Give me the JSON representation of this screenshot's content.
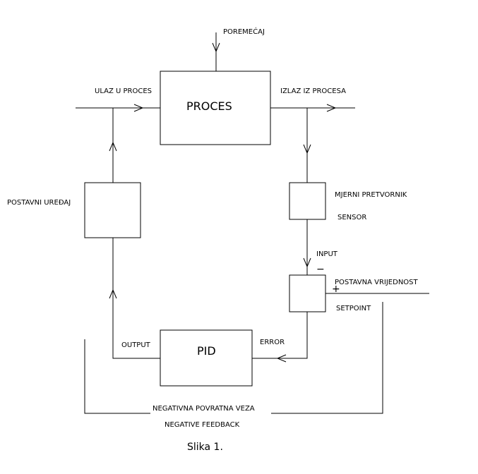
{
  "labels": {
    "disturbance": "POREMEĆAJ",
    "process_input": "ULAZ U PROCES",
    "process_output": "IZLAZ IZ PROCESA",
    "process": "PROCES",
    "actuator": "POSTAVNI UREĐAJ",
    "transducer": "MJERNI PRETVORNIK",
    "sensor": "SENSOR",
    "input": "INPUT",
    "minus": "−",
    "plus": "+",
    "setpoint_hr": "POSTAVNA VRIJEDNOST",
    "setpoint_en": "SETPOINT",
    "error": "ERROR",
    "output": "OUTPUT",
    "pid": "PID",
    "feedback_hr": "NEGATIVNA POVRATNA VEZA",
    "feedback_en": "NEGATIVE FEEDBACK"
  },
  "caption": "Slika 1."
}
